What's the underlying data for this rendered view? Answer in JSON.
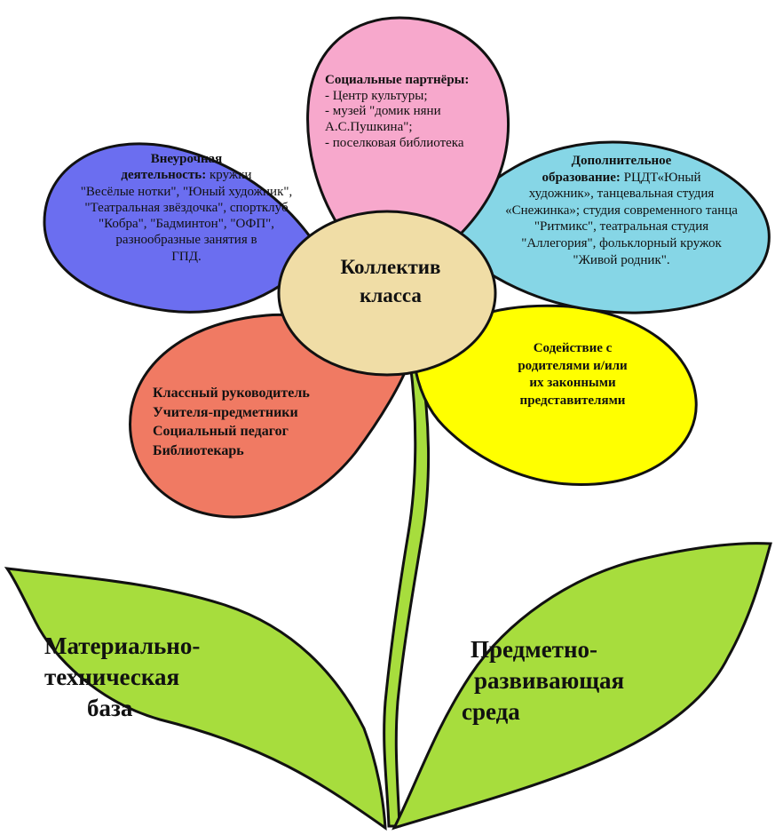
{
  "center": {
    "line1": "Коллектив",
    "line2": "класса"
  },
  "petal_top": {
    "title": "Социальные партнёры:",
    "lines": [
      "- Центр культуры;",
      "- музей \"домик няни",
      "А.С.Пушкина\";",
      "- поселковая библиотека"
    ]
  },
  "petal_left": {
    "title_line1": "Внеурочная",
    "title_line2_bold": "деятельность:",
    "title_line2_rest": " кружки",
    "lines": [
      "\"Весёлые нотки\", \"Юный художник\",",
      "\"Театральная звёздочка\", спортклуб",
      "\"Кобра\", \"Бадминтон\", \"ОФП\",",
      "разнообразные занятия в",
      "ГПД."
    ]
  },
  "petal_right": {
    "title_line1": "Дополнительное",
    "title_line2_bold": "образование:",
    "title_line2_rest": " РЦДТ«Юный",
    "lines": [
      "художник», танцевальная студия",
      "«Снежинка»; студия современного танца",
      "\"Ритмикс\", театральная студия",
      "\"Аллегория\", фольклорный кружок",
      "\"Живой родник\"."
    ]
  },
  "petal_lowright": {
    "lines": [
      "Содействие с",
      "родителями и/или",
      "их законными",
      "представителями"
    ]
  },
  "petal_lowleft": {
    "lines": [
      "Классный  руководитель",
      "Учителя-предметники",
      "Социальный педагог",
      "Библиотекарь"
    ]
  },
  "leaf_left": {
    "lines": [
      "Материально-",
      "техническая",
      "база"
    ]
  },
  "leaf_right": {
    "lines": [
      "Предметно-",
      "развивающая",
      "среда"
    ]
  },
  "colors": {
    "petal_top": "#f7a8cc",
    "petal_left": "#6b6ef0",
    "petal_right": "#86d6e6",
    "petal_lowright": "#ffff00",
    "petal_lowleft": "#f07a63",
    "center": "#f0dda6",
    "leaves": "#a7dd3d",
    "stem": "#a7dd3d",
    "outline": "#111111"
  }
}
